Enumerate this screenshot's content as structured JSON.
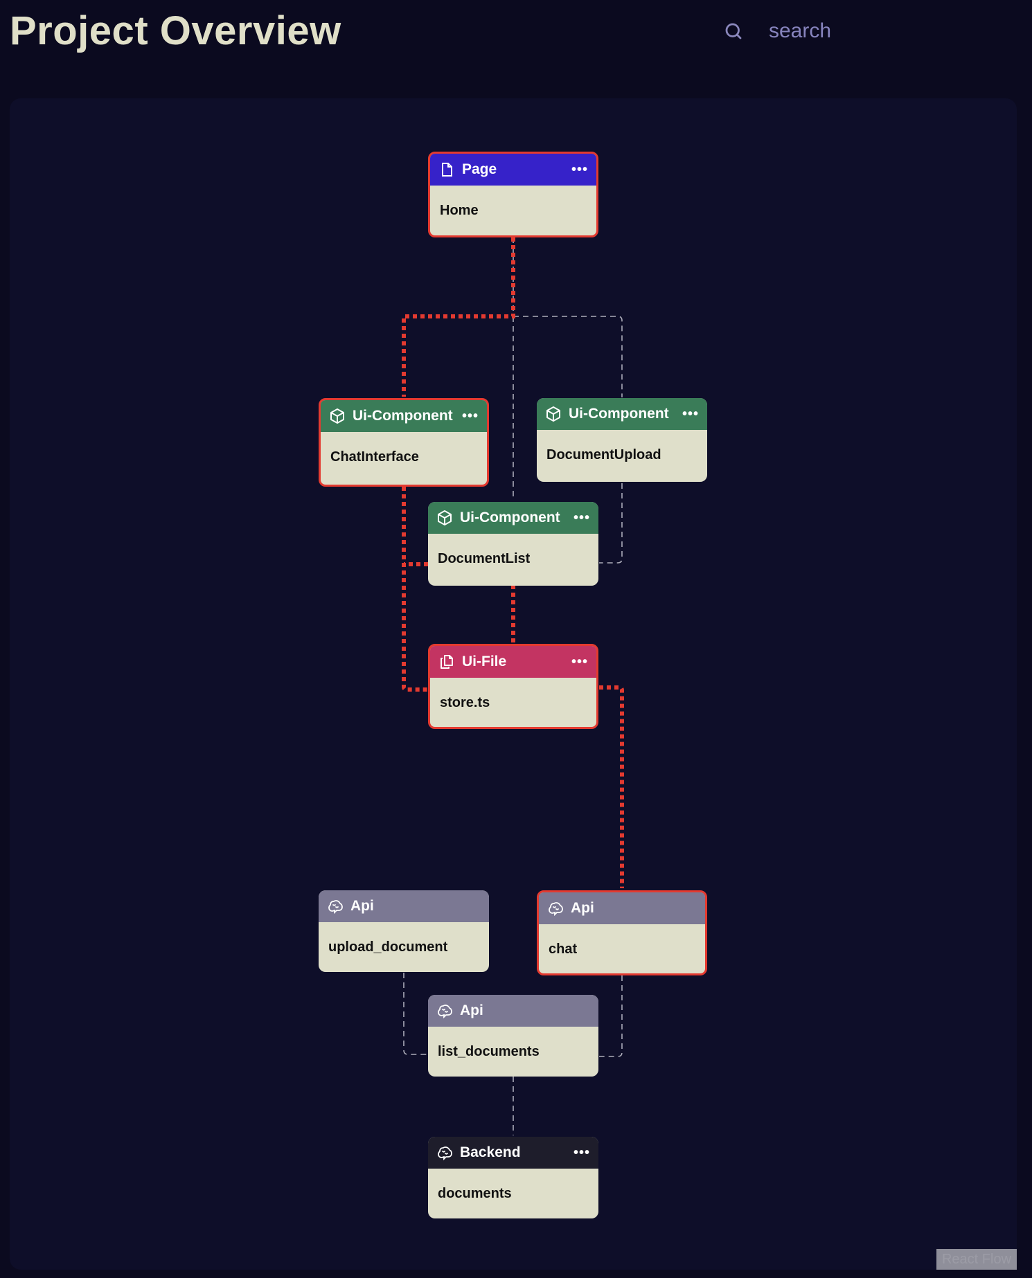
{
  "header": {
    "title": "Project Overview",
    "search_placeholder": "search"
  },
  "nodes": [
    {
      "type": "Page",
      "label": "Home",
      "icon": "file-icon",
      "color": "#3622c9",
      "selected": true
    },
    {
      "type": "Ui-Component",
      "label": "ChatInterface",
      "icon": "cube-icon",
      "color": "#3a7c58",
      "selected": true
    },
    {
      "type": "Ui-Component",
      "label": "DocumentUpload",
      "icon": "cube-icon",
      "color": "#3a7c58",
      "selected": false
    },
    {
      "type": "Ui-Component",
      "label": "DocumentList",
      "icon": "cube-icon",
      "color": "#3a7c58",
      "selected": false
    },
    {
      "type": "Ui-File",
      "label": "store.ts",
      "icon": "files-icon",
      "color": "#c33462",
      "selected": true
    },
    {
      "type": "Api",
      "label": "upload_document",
      "icon": "brain-icon",
      "color": "#7b7893",
      "selected": false
    },
    {
      "type": "Api",
      "label": "chat",
      "icon": "brain-icon",
      "color": "#7b7893",
      "selected": true
    },
    {
      "type": "Api",
      "label": "list_documents",
      "icon": "brain-icon",
      "color": "#7b7893",
      "selected": false
    },
    {
      "type": "Backend",
      "label": "documents",
      "icon": "brain-icon",
      "color": "#1e1d2b",
      "selected": false
    }
  ],
  "node_menu_label": "•••",
  "edge_colors": {
    "highlighted": "#e33a30",
    "default": "#c9c9d3"
  },
  "attribution": "React Flow"
}
